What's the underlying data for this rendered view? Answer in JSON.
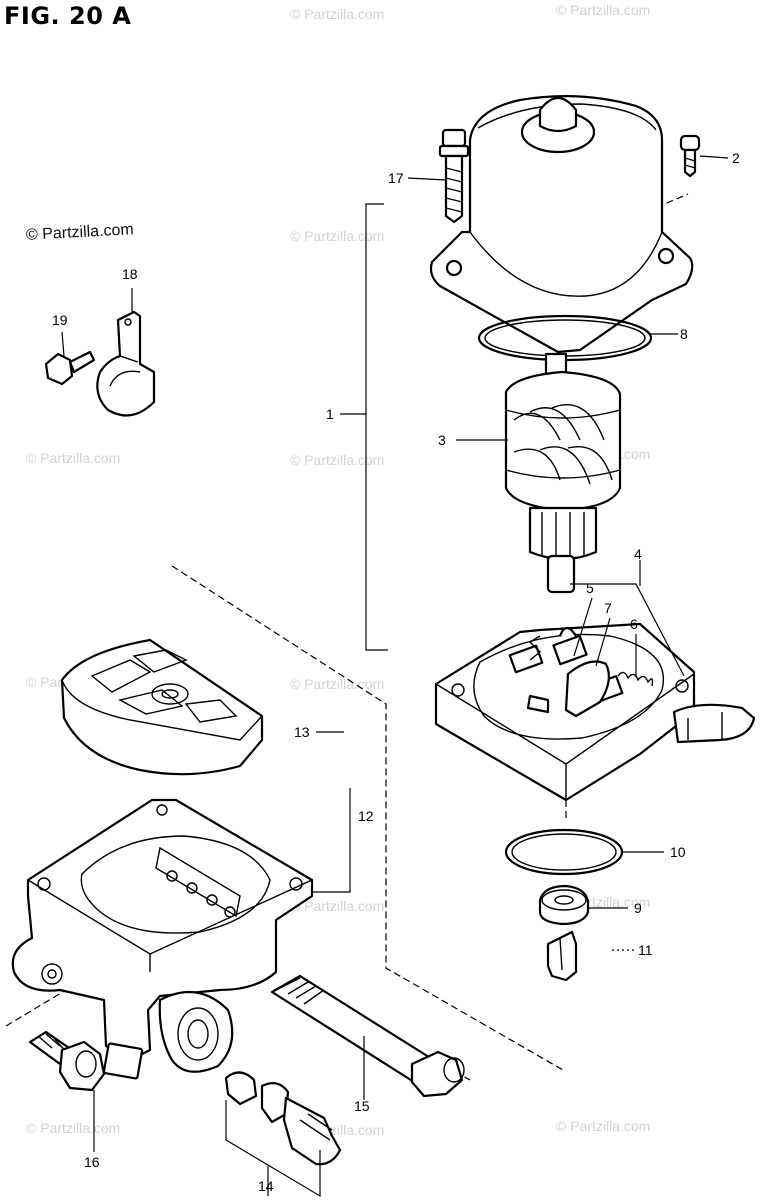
{
  "figure": {
    "title": "FIG. 20 A"
  },
  "watermark": {
    "main": "© Partzilla.com",
    "repeat": "© Partzilla.com"
  },
  "callouts": [
    {
      "id": "1",
      "label": "1"
    },
    {
      "id": "2",
      "label": "2"
    },
    {
      "id": "3",
      "label": "3"
    },
    {
      "id": "4",
      "label": "4"
    },
    {
      "id": "5",
      "label": "5"
    },
    {
      "id": "6",
      "label": "6"
    },
    {
      "id": "7",
      "label": "7"
    },
    {
      "id": "8",
      "label": "8"
    },
    {
      "id": "9",
      "label": "9"
    },
    {
      "id": "10",
      "label": "10"
    },
    {
      "id": "11",
      "label": "11"
    },
    {
      "id": "12",
      "label": "12"
    },
    {
      "id": "13",
      "label": "13"
    },
    {
      "id": "14",
      "label": "14"
    },
    {
      "id": "15",
      "label": "15"
    },
    {
      "id": "16",
      "label": "16"
    },
    {
      "id": "17",
      "label": "17"
    },
    {
      "id": "18",
      "label": "18"
    },
    {
      "id": "19",
      "label": "19"
    }
  ]
}
